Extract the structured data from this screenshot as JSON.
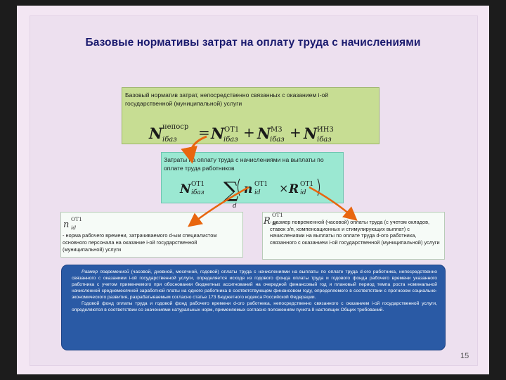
{
  "title": "Базовые нормативы затрат на оплату труда с начислениями",
  "green_box": {
    "text": "Базовый норматив затрат, непосредственно связанных с оказанием i-ой государственной (муниципальной) услуги",
    "formula": {
      "lhs_symbol": "N",
      "lhs_sup": "непоср",
      "lhs_sub": "iбаз",
      "eq": "=",
      "t1_symbol": "N",
      "t1_sup": "ОТ1",
      "t1_sub": "iбаз",
      "plus": "+",
      "t2_symbol": "N",
      "t2_sup": "МЗ",
      "t2_sub": "iбаз",
      "plus2": "+",
      "t3_symbol": "N",
      "t3_sup": "ИНЗ",
      "t3_sub": "iбаз"
    }
  },
  "cyan_box": {
    "text": "Затраты на оплату труда с начислениями на выплаты по оплате труда работников",
    "formula": {
      "lhs_symbol": "N",
      "lhs_sup": "ОТ1",
      "lhs_sub": "iбаз",
      "sum": "∑",
      "sum_sub": "d",
      "n_symbol": "n",
      "n_sup": "ОТ1",
      "n_sub": "id",
      "times": "×",
      "r_symbol": "R",
      "r_sup": "ОТ1",
      "r_sub": "id"
    }
  },
  "left_box": {
    "symbol": "n",
    "sup": "ОТ1",
    "sub": "id",
    "text": "- норма рабочего времени, затрачиваемого d-ым специалистом основного персонала на оказание i-ой государственной (муниципальной) услуги"
  },
  "right_box": {
    "symbol": "R",
    "sup": "ОТ1",
    "sub": "id",
    "text": "- размер повременной (часовой) оплаты труда (с учетом окладов, ставок з/п, компенсационных и стимулирующих выплат) с начислениями на выплаты по оплате труда d-ого работника, связанного с оказанием i-ой государственной (муниципальной) услуги"
  },
  "blue_box": {
    "p1_em": "Размер повременной",
    "p1_rest": " (часовой, дневной, месячной, годовой) оплаты труда с начислениями на выплаты по оплате труда d-ого работника, непосредственно связанного с оказанием i-ой государственной услуги, определяется исходя из годового фонда оплаты труда и годового фонда рабочего времени указанного работника с учетом применяемого при обосновании бюджетных ассигнований на очередной финансовый год и плановый период темпа роста номинальной начисленной среднемесячной заработной платы на одного работника в соответствующем финансовом году, определяемого в соответствии с прогнозом социально-экономического развития, разрабатываемым согласно статье 173 Бюджетного кодекса Российской Федерации.",
    "p2": "Годовой фонд оплаты труда и годовой фонд рабочего времени d-ого работника, непосредственно связанного с оказанием i-ой государственной услуги, определяются в соответствии со значениями натуральных норм, применяемых согласно положениям пункта 8 настоящих Общих требований."
  },
  "page_number": "15",
  "colors": {
    "title": "#1a1a6e",
    "green_box": "#c7dd93",
    "cyan_box": "#9be8d2",
    "blue_box": "#2a5aa5",
    "arrow": "#e8660f"
  }
}
